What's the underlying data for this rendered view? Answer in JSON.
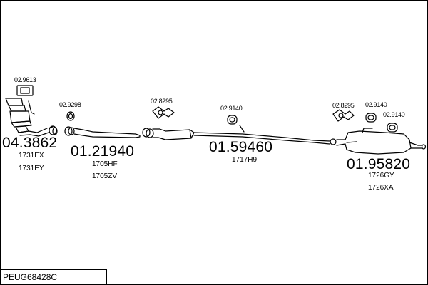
{
  "diagram": {
    "groups": [
      {
        "main_number": "04.3862",
        "sub_numbers": [
          "1731EX",
          "1731EY"
        ]
      },
      {
        "main_number": "01.21940",
        "sub_numbers": [
          "1705HF",
          "1705ZV"
        ]
      },
      {
        "main_number": "01.59460",
        "sub_numbers": [
          "1717H9"
        ]
      },
      {
        "main_number": "01.95820",
        "sub_numbers": [
          "1726GY",
          "1726XA"
        ]
      }
    ],
    "accessories": [
      "02.9613",
      "02.9298",
      "02.8295",
      "02.9140",
      "02.8295",
      "02.9140",
      "02.9140"
    ]
  },
  "footer": {
    "code": "PEUG68428C"
  },
  "colors": {
    "line": "#000000",
    "background": "#ffffff"
  }
}
